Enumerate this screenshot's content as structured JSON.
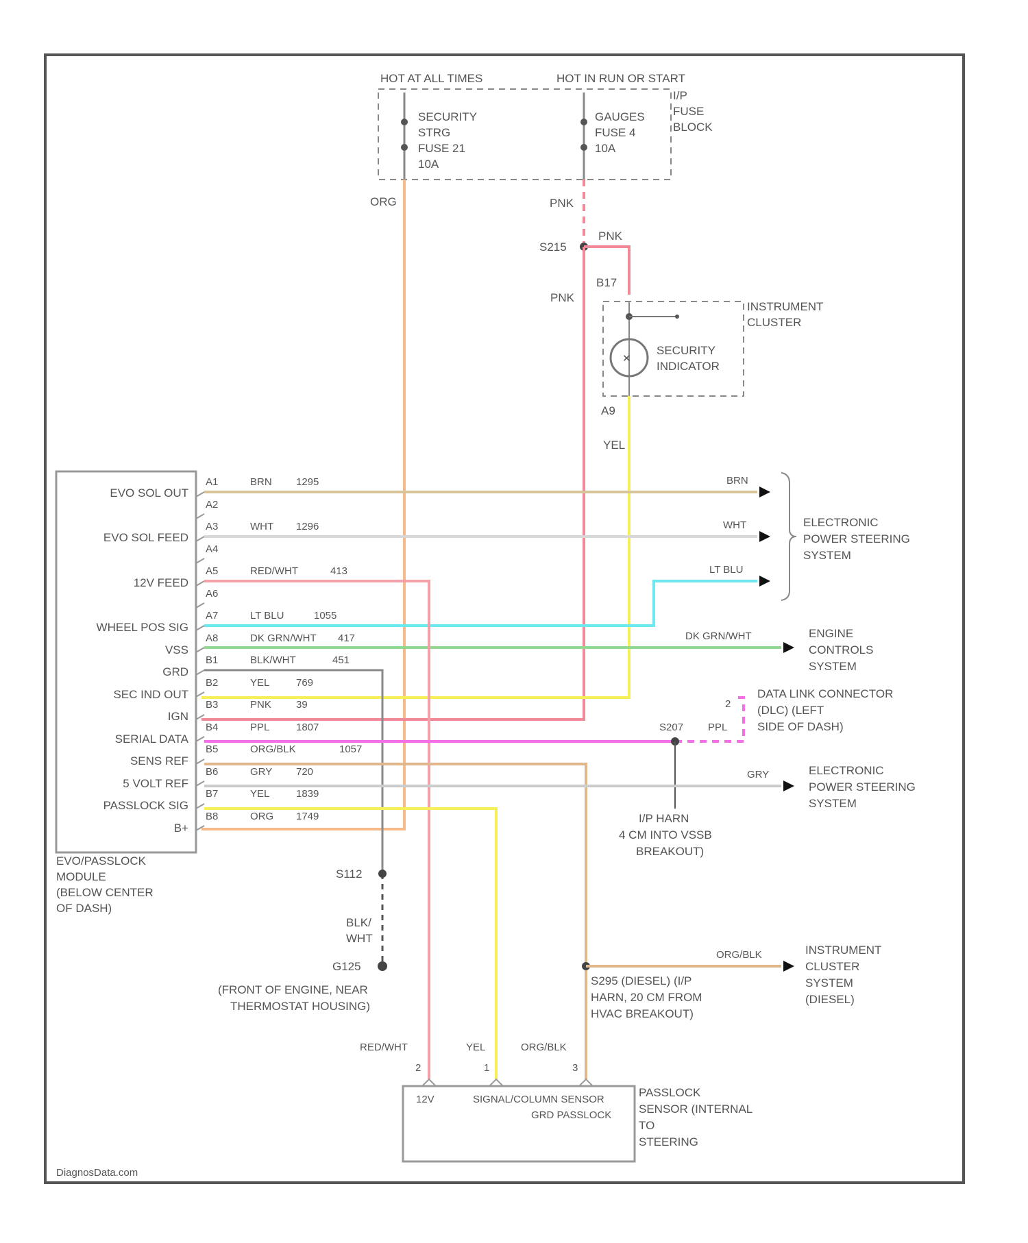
{
  "top": {
    "hot_at_all_times": "HOT AT ALL TIMES",
    "hot_in_run": "HOT IN RUN OR START",
    "fuse_block": [
      "I/P",
      "FUSE",
      "BLOCK"
    ],
    "fuse1": [
      "SECURITY",
      "STRG",
      "FUSE 21",
      "10A"
    ],
    "fuse2": [
      "GAUGES",
      "FUSE 4",
      "10A"
    ],
    "org": "ORG",
    "pnk1": "PNK",
    "s215": "S215",
    "pnk2": "PNK",
    "pnk3": "PNK",
    "b17": "B17"
  },
  "cluster": {
    "label": [
      "INSTRUMENT",
      "CLUSTER"
    ],
    "indicator": [
      "SECURITY",
      "INDICATOR"
    ],
    "a9": "A9",
    "yel": "YEL"
  },
  "module": {
    "pins_left": [
      "EVO SOL OUT",
      "EVO SOL FEED",
      "12V FEED",
      "WHEEL POS SIG",
      "VSS",
      "GRD",
      "SEC IND OUT",
      "IGN",
      "SERIAL DATA",
      "SENS REF",
      "5 VOLT REF",
      "PASSLOCK SIG",
      "B+"
    ],
    "pin_ids": [
      "A1",
      "A2",
      "A3",
      "A4",
      "A5",
      "A6",
      "A7",
      "A8",
      "B1",
      "B2",
      "B3",
      "B4",
      "B5",
      "B6",
      "B7",
      "B8"
    ],
    "wires": [
      [
        "BRN",
        "1295"
      ],
      [
        "WHT",
        "1296"
      ],
      [
        "RED/WHT",
        "413"
      ],
      [
        "LT BLU",
        "1055"
      ],
      [
        "DK GRN/WHT",
        "417"
      ],
      [
        "BLK/WHT",
        "451"
      ],
      [
        "YEL",
        "769"
      ],
      [
        "PNK",
        "39"
      ],
      [
        "PPL",
        "1807"
      ],
      [
        "ORG/BLK",
        "1057"
      ],
      [
        "GRY",
        "720"
      ],
      [
        "YEL",
        "1839"
      ],
      [
        "ORG",
        "1749"
      ]
    ],
    "label": [
      "EVO/PASSLOCK",
      "MODULE",
      "(BELOW CENTER",
      "OF DASH)"
    ]
  },
  "right": {
    "brn": "BRN",
    "wht": "WHT",
    "ltblu": "LT BLU",
    "eps1": [
      "ELECTRONIC",
      "POWER STEERING",
      "SYSTEM"
    ],
    "dkgrn": "DK GRN/WHT",
    "ecs": [
      "ENGINE",
      "CONTROLS",
      "SYSTEM"
    ],
    "dlc": [
      "DATA LINK CONNECTOR",
      "(DLC) (LEFT",
      "SIDE OF DASH)"
    ],
    "dlc_pin": "2",
    "s207": "S207",
    "ppl": "PPL",
    "gry": "GRY",
    "eps2": [
      "ELECTRONIC",
      "POWER STEERING",
      "SYSTEM"
    ],
    "ip_harn": [
      "I/P HARN",
      "4 CM INTO VSSB",
      "BREAKOUT)"
    ]
  },
  "ground": {
    "s112": "S112",
    "blk_wht": [
      "BLK/",
      "WHT"
    ],
    "g125": "G125",
    "g125_loc": [
      "(FRONT OF ENGINE, NEAR",
      "THERMOSTAT HOUSING)"
    ]
  },
  "splice_s": {
    "label": [
      "S295 (DIESEL) (I/P",
      "HARN, 20 CM FROM",
      "HVAC BREAKOUT)"
    ],
    "orgblk": "ORG/BLK",
    "icsys": [
      "INSTRUMENT",
      "CLUSTER",
      "SYSTEM",
      "(DIESEL)"
    ]
  },
  "sensor": {
    "w1": "RED/WHT",
    "w2": "YEL",
    "w3": "ORG/BLK",
    "p1": "2",
    "p2": "1",
    "p3": "3",
    "pin12v": "12V",
    "pinsig": "SIGNAL/COLUMN SENSOR",
    "pingrd": "GRD PASSLOCK",
    "label": [
      "PASSLOCK",
      "SENSOR (INTERNAL",
      "TO",
      "STEERING"
    ]
  },
  "footer": "DiagnosData.com",
  "colors": {
    "org": "#f5b98a",
    "pnk": "#f08a98",
    "yel": "#f6ef5a",
    "brn": "#d7c49a",
    "wht": "#d8d8d8",
    "ltblu": "#6ee8f0",
    "dkgrn": "#92d88e",
    "blkwht": "#8a8a8a",
    "ppl": "#f36fe6",
    "orgblk": "#e0b88c",
    "gry": "#cccccc",
    "redwht": "#f4a0a8"
  }
}
